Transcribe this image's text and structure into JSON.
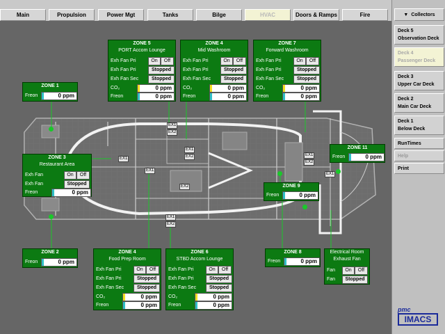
{
  "tabs": [
    "Main",
    "Propulsion",
    "Power Mgt",
    "Tanks",
    "Bilge",
    "HVAC",
    "Doors & Ramps",
    "Fire"
  ],
  "active_tab": "HVAC",
  "side": {
    "collectors": "Collectors",
    "decks": [
      {
        "l1": "Deck 5",
        "l2": "Observation Deck"
      },
      {
        "l1": "Deck 4",
        "l2": "Passenger Deck"
      },
      {
        "l1": "Deck 3",
        "l2": "Upper Car Deck"
      },
      {
        "l1": "Deck 2",
        "l2": "Main Car Deck"
      },
      {
        "l1": "Deck 1",
        "l2": "Below Deck"
      }
    ],
    "runtimes": "RunTimes",
    "help": "Help",
    "print": "Print"
  },
  "logo": {
    "top": "pmc",
    "main": "IMACS"
  },
  "common": {
    "on": "On",
    "off": "Off",
    "stopped": "Stopped",
    "zero": "0 ppm",
    "freon": "Freon",
    "co2": "CO₂"
  },
  "zones": {
    "z1": {
      "title": "ZONE 1"
    },
    "z2": {
      "title": "ZONE 2"
    },
    "z3": {
      "title": "ZONE 3",
      "sub": "Restaurant Area",
      "r1": "Exh Fan",
      "r2": "Exh Fan"
    },
    "z4a": {
      "title": "ZONE 4",
      "sub": "Mid Washroom",
      "r1": "Exh Fan Pri",
      "r2": "Exh Fan Pri",
      "r3": "Exh Fan Sec"
    },
    "z4b": {
      "title": "ZONE 4",
      "sub": "Food Prep Room",
      "r1": "Exh Fan Pri",
      "r2": "Exh Fan Pri",
      "r3": "Exh Fan Sec"
    },
    "z5": {
      "title": "ZONE 5",
      "sub": "PORT Accom Lounge",
      "r1": "Exh Fan Pri",
      "r2": "Exh Fan Pri",
      "r3": "Exh Fan Sec"
    },
    "z6": {
      "title": "ZONE 6",
      "sub": "STBD Accom Lounge",
      "r1": "Exh Fan Pri",
      "r2": "Exh Fan Pri",
      "r3": "Exh Fan Sec"
    },
    "z7": {
      "title": "ZONE 7",
      "sub": "Forward Washroom",
      "r1": "Exh Fan Pri",
      "r2": "Exh Fan Pri",
      "r3": "Exh Fan Sec"
    },
    "z8": {
      "title": "ZONE 8"
    },
    "z9": {
      "title": "ZONE 9"
    },
    "z11": {
      "title": "ZONE 11"
    },
    "er": {
      "title": "Electrical Room",
      "sub": "Exhaust Fan",
      "r1": "Fan",
      "r2": "Fan"
    }
  },
  "tags": {
    "ex1": "EX1",
    "ex2": "EX2"
  }
}
